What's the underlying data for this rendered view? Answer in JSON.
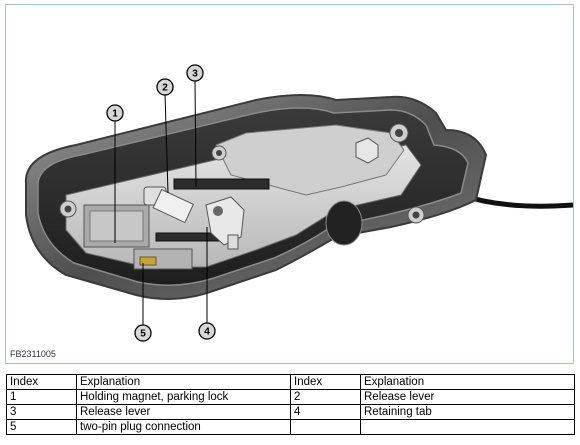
{
  "figure": {
    "code": "FB2311005",
    "callouts": [
      "1",
      "2",
      "3",
      "4",
      "5"
    ]
  },
  "table": {
    "headers": [
      "Index",
      "Explanation",
      "Index",
      "Explanation"
    ],
    "rows": [
      [
        "1",
        "Holding magnet, parking lock",
        "2",
        "Release lever"
      ],
      [
        "3",
        "Release lever",
        "4",
        "Retaining tab"
      ],
      [
        "5",
        "two-pin plug connection",
        "",
        ""
      ]
    ]
  },
  "colors": {
    "frame_border": "#a9bfd3",
    "callout_fill": "#d8d8d8",
    "cable": "#111111"
  },
  "icons": [
    "gear-selector-mechanism-illustration"
  ]
}
